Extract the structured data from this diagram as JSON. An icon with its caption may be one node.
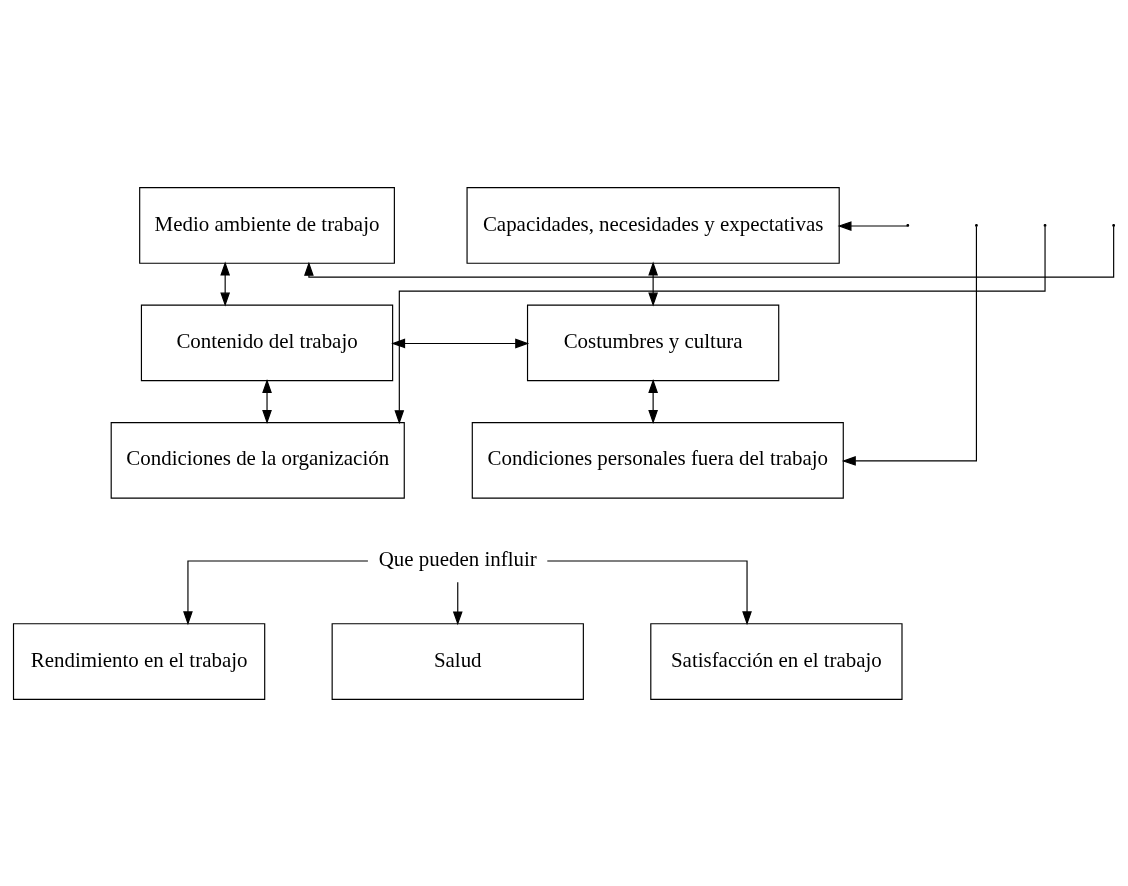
{
  "diagram": {
    "nodes": [
      {
        "text": [
          "Medio ambiente de trabajo"
        ]
      },
      {
        "text": [
          "Capacidades, necesidades y expectativas"
        ]
      },
      {
        "text": [
          "Contenido del trabajo"
        ]
      },
      {
        "text": [
          "Costumbres y cultura"
        ]
      },
      {
        "text": [
          "Condiciones de la organización"
        ]
      },
      {
        "text": [
          "Condiciones personales fuera del trabajo"
        ]
      },
      {
        "text": [
          "Que pueden influir"
        ]
      },
      {
        "text": [
          "Rendimiento en el trabajo"
        ]
      },
      {
        "text": [
          "Salud"
        ]
      },
      {
        "text": [
          "Satisfacción en el trabajo"
        ]
      }
    ],
    "edges": [
      {
        "from": null,
        "to": 0,
        "arrow": "to"
      },
      {
        "from": null,
        "to": 1,
        "arrow": "to"
      },
      {
        "from": 0,
        "to": 2,
        "arrow": "both"
      },
      {
        "from": 1,
        "to": 3,
        "arrow": "both"
      },
      {
        "from": 2,
        "to": 3,
        "arrow": "both"
      },
      {
        "from": 2,
        "to": 4,
        "arrow": "both"
      },
      {
        "from": 3,
        "to": 5,
        "arrow": "both"
      },
      {
        "from": null,
        "to": 4,
        "arrow": "to"
      },
      {
        "from": null,
        "to": 5,
        "arrow": "to"
      },
      {
        "from": 6,
        "to": 7,
        "arrow": "to"
      },
      {
        "from": 6,
        "to": 8,
        "arrow": "to"
      },
      {
        "from": 6,
        "to": 9,
        "arrow": "to"
      }
    ]
  }
}
